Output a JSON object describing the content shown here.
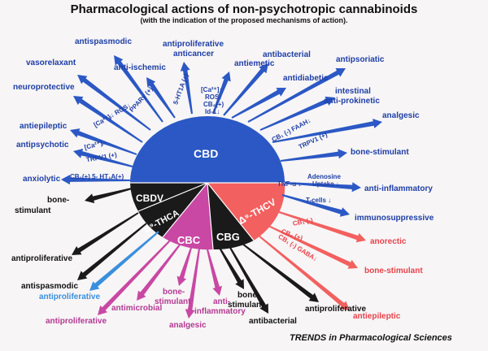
{
  "title": "Pharmacological actions of non-psychotropic cannabinoids",
  "subtitle": "(with the indication of the proposed mechanisms of action).",
  "footer": "TRENDS in Pharmacological Sciences",
  "colors": {
    "cbd": "#2b58c4",
    "cbdv": "#1a1a1a",
    "thca": "#1a1a1a",
    "thcv": "#f2605f",
    "cbc": "#c848a3",
    "cbg": "#1a1a1a",
    "blue_text": "#1f3fa6",
    "red_text": "#e8434a",
    "magenta_text": "#b33a92",
    "black_text": "#111111",
    "light_blue": "#3a8fdc"
  },
  "segments": {
    "cbd": "CBD",
    "cbdv": "CBDV",
    "thca": "Δ⁹-THCA",
    "thcv": "Δ⁹-THCV",
    "cbc": "CBC",
    "cbg": "CBG"
  },
  "cbd_actions": {
    "antispasmodic": "antispasmodic",
    "vasorelaxant": "vasorelaxant",
    "neuroprotective": "neuroprotective",
    "antiepileptic": "antiepileptic",
    "antipsychotic": "antipsychotic",
    "anxiolytic": "anxiolytic",
    "antiischemic": "anti-ischemic",
    "antiproliferative": "antiproliferative",
    "anticancer": "anticancer",
    "antiemetic": "antiemetic",
    "antibacterial": "antibacterial",
    "antidiabetic": "antidiabetic",
    "antipsoriatic": "antipsoriatic",
    "intestinal": "intestinal",
    "antiprokinetic": "anti-prokinetic",
    "analgesic": "analgesic",
    "bone_stimulant": "bone-stimulant",
    "anti_inflammatory": "anti-inflammatory",
    "immunosuppressive": "immunosuppressive"
  },
  "cbd_mechanisms": {
    "ppar": "PPARγ (+)",
    "ht1a_a": "5-HT1A (+)",
    "ca_ros": "[Ca²⁺]↑",
    "ros_up": "ROS↑",
    "cb2": "CB₂(+)",
    "id1": "Id-1↓",
    "ca_ros2": "[Ca²⁺]ᵢ↓  ROS↓",
    "ca3": "[Ca²⁺]ᵢ↓",
    "trpv1_a": "TRPV1 (+)",
    "cb1_ht": "CB₁(+) 5- HT₁A(+)",
    "cb1_faah": "CB₁ (-) FAAH↓",
    "trpv1_b": "TRPV1 (+)",
    "tnf": "TNF-α ↓",
    "adenosine": "Adenosine",
    "uptake": "Uptake ↓",
    "tcells": "T-cells ↓"
  },
  "cbdv_actions": {
    "bone": "bone-",
    "stimulant": "stimulant",
    "antiproliferative": "antiproliferative",
    "antispasmodic": "antispasmodic"
  },
  "thca_actions": {
    "antiproliferative": "antiproliferative"
  },
  "cbc_actions": {
    "antiproliferative": "antiproliferative",
    "antimicrobial": "antimicrobial",
    "bone": "bone-",
    "stimulant": "stimulant",
    "analgesic": "analgesic",
    "anti": "anti-",
    "inflammatory": "inflammatory"
  },
  "cbg_actions": {
    "bone": "bone-",
    "stimulant": "stimulant",
    "antibacterial": "antibacterial",
    "antiproliferative": "antiproliferative"
  },
  "thcv_actions": {
    "anorectic": "anorectic",
    "bone_stimulant": "bone-stimulant",
    "antiepileptic": "antiepileptic",
    "cb1_neg": "CB₁ (-)",
    "cb2_pos": "CB₂ (+)",
    "cb1_gaba": "CB₁ (-) GABA↓"
  }
}
